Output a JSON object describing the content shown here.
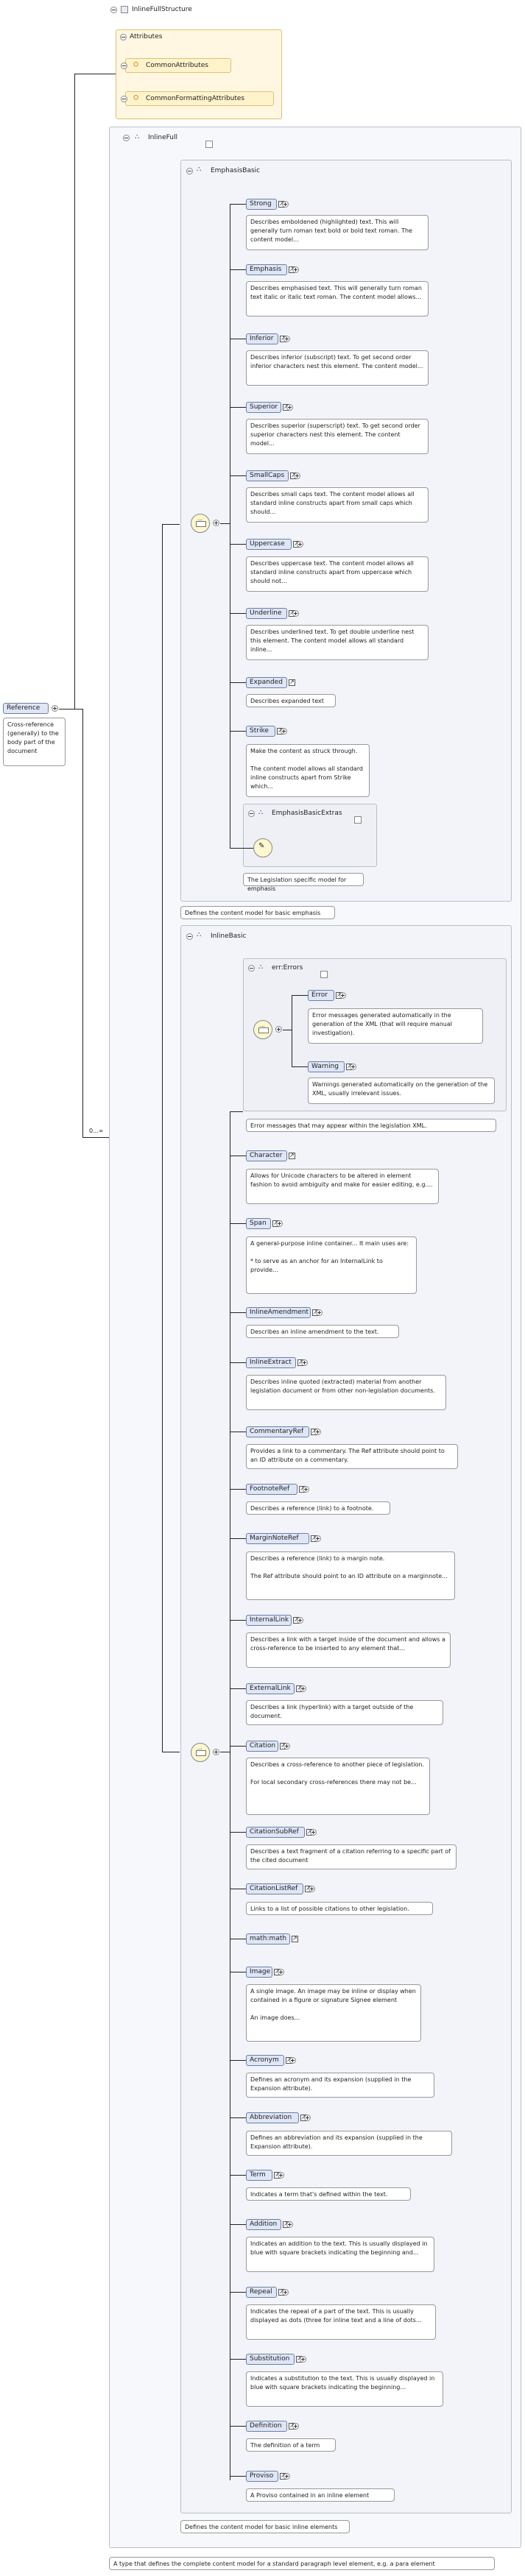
{
  "root": {
    "title": "InlineFullStructure"
  },
  "attributes": {
    "title": "Attributes",
    "items": [
      "CommonAttributes",
      "CommonFormattingAttributes"
    ]
  },
  "reference": {
    "label": "Reference",
    "doc": "Cross-reference (generally) to the body part of the document",
    "cardinality": "0...∞"
  },
  "inlinefull": {
    "title": "InlineFull"
  },
  "emphasis": {
    "title": "EmphasisBasic",
    "items": [
      {
        "label": "Strong",
        "doc": "Describes emboldened (highlighted) text. This will generally turn roman text bold or bold text roman. The content model..."
      },
      {
        "label": "Emphasis",
        "doc": "Describes emphasised text. This will generally turn roman text italic or italic text roman. The content model allows..."
      },
      {
        "label": "Inferior",
        "doc": "Describes inferior (subscript) text. To get second order inferior characters nest this element. The content model..."
      },
      {
        "label": "Superior",
        "doc": "Describes superior (superscript) text. To get second order superior characters nest this element. The content model..."
      },
      {
        "label": "SmallCaps",
        "doc": "Describes small caps text. The content model allows all standard inline constructs apart from small caps which should..."
      },
      {
        "label": "Uppercase",
        "doc": "Describes uppercase text. The content model allows all standard inline constructs apart from uppercase which should not..."
      },
      {
        "label": "Underline",
        "doc": "Describes underlined text. To get double underline nest this element. The content model allows all standard inline..."
      },
      {
        "label": "Expanded",
        "doc": "Describes expanded text"
      },
      {
        "label": "Strike",
        "doc": "Make the content as struck through.\n\nThe content model allows all standard inline constructs apart from Strike which..."
      }
    ],
    "extras": {
      "title": "EmphasisBasicExtras",
      "doc": "The Legislation specific model for emphasis"
    },
    "doc": "Defines the content model for basic emphasis"
  },
  "inlinebasic": {
    "title": "InlineBasic",
    "errors": {
      "title": "err:Errors",
      "items": [
        {
          "label": "Error",
          "doc": "Error messages generated automatically in the generation of the XML (that will require manual investigation)."
        },
        {
          "label": "Warning",
          "doc": "Warnings generated automatically on the generation of the XML, usually irrelevant issues."
        }
      ],
      "doc": "Error messages that may appear within the legislation XML."
    },
    "items": [
      {
        "label": "Character",
        "doc": "Allows for Unicode characters to be altered in element fashion to avoid ambiguity and make for easier editing, e.g...."
      },
      {
        "label": "Span",
        "doc": "A general-purpose inline container... It main uses are:\n\n* to serve as an anchor for an InternalLink to provide..."
      },
      {
        "label": "InlineAmendment",
        "doc": "Describes an inline amendment to the text."
      },
      {
        "label": "InlineExtract",
        "doc": "Describes inline quoted (extracted) material from another legislation document or from other non-legislation documents."
      },
      {
        "label": "CommentaryRef",
        "doc": "Provides a link to a commentary. The Ref attribute should point to an ID attribute on a commentary."
      },
      {
        "label": "FootnoteRef",
        "doc": "Describes a reference (link) to a footnote."
      },
      {
        "label": "MarginNoteRef",
        "doc": "Describes a reference (link) to a margin note.\n\nThe Ref attribute should point to an ID attribute on a marginnote..."
      },
      {
        "label": "InternalLink",
        "doc": "Describes a link with a target inside of the document and allows a cross-reference to be inserted to any element that..."
      },
      {
        "label": "ExternalLink",
        "doc": "Describes a link (hyperlink) with a target outside of the document."
      },
      {
        "label": "Citation",
        "doc": "Describes a cross-reference to another piece of legislation.\n\nFor local secondary cross-references there may not be..."
      },
      {
        "label": "CitationSubRef",
        "doc": "Describes a text fragment of a citation referring to a specific part of the cited document"
      },
      {
        "label": "CitationListRef",
        "doc": "Links to a list of possible citations to other legislation."
      },
      {
        "label": "math:math",
        "doc": ""
      },
      {
        "label": "Image",
        "doc": "A single image. An image may be inline or display when contained in a figure or signature Signee element\n\nAn image does..."
      },
      {
        "label": "Acronym",
        "doc": "Defines an acronym and its expansion (supplied in the Expansion attribute)."
      },
      {
        "label": "Abbreviation",
        "doc": "Defines an abbreviation and its expansion (supplied in the Expansion attribute)."
      },
      {
        "label": "Term",
        "doc": "Indicates a term that's defined within the text."
      },
      {
        "label": "Addition",
        "doc": "Indicates an addition to the text. This is usually displayed in blue with square brackets indicating the beginning and..."
      },
      {
        "label": "Repeal",
        "doc": "Indicates the repeal of a part of the text. This is usually displayed as dots (three for inline text and a line of dots..."
      },
      {
        "label": "Substitution",
        "doc": "Indicates a substitution to the text. This is usually displayed in blue with square brackets indicating the beginning..."
      },
      {
        "label": "Definition",
        "doc": "The definition of a term"
      },
      {
        "label": "Proviso",
        "doc": "A Proviso contained in an inline element"
      }
    ],
    "doc": "Defines the content model for basic inline elements"
  },
  "footer": {
    "doc": "A type that defines the complete content model for a standard paragraph level element, e.g. a para element"
  }
}
